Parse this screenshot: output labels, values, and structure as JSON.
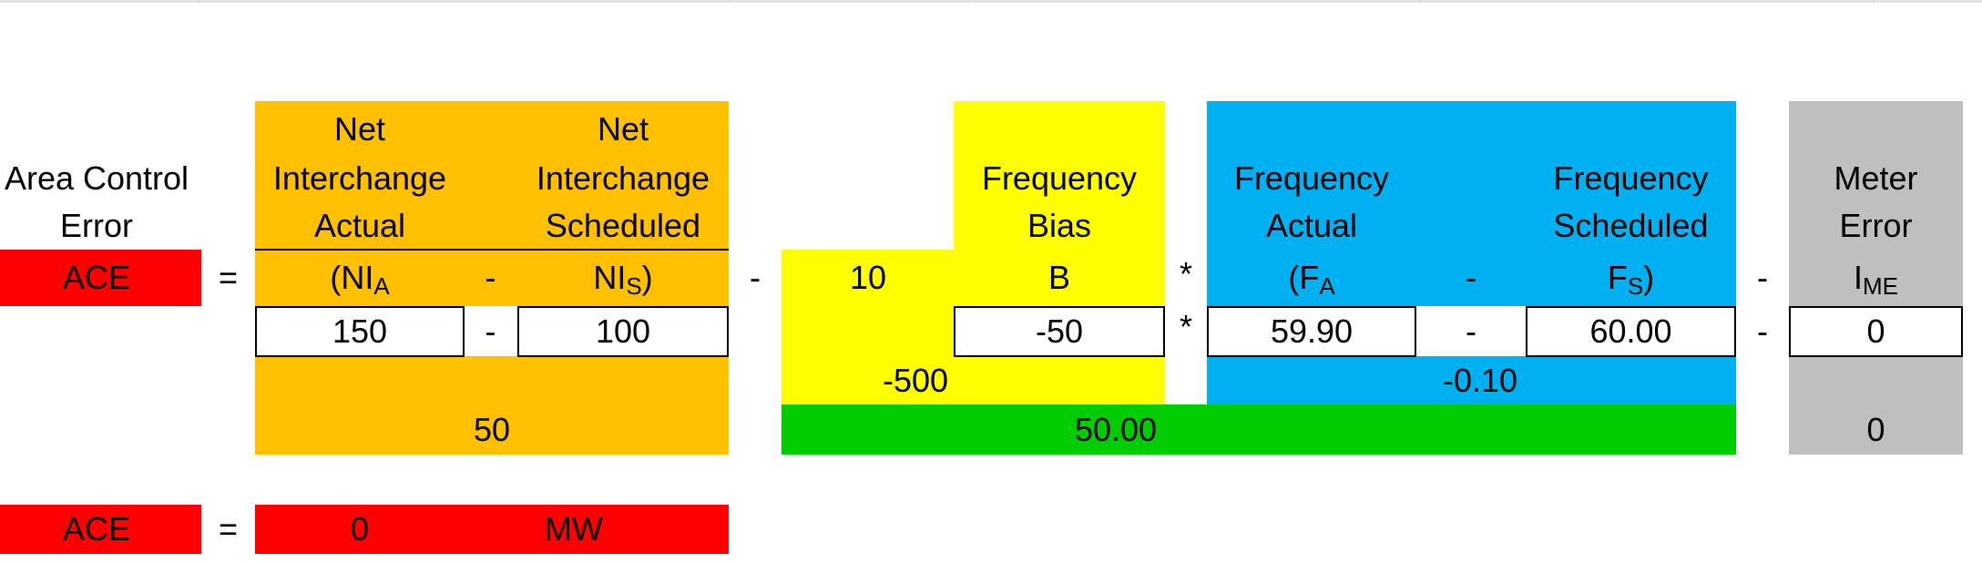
{
  "headers": {
    "ace_line1": "Area Control",
    "ace_line2": "Error",
    "nia_line1": "Net",
    "nia_line2": "Interchange",
    "nia_line3": "Actual",
    "nis_line1": "Net",
    "nis_line2": "Interchange",
    "nis_line3": "Scheduled",
    "bias_line1": "Frequency",
    "bias_line2": "Bias",
    "fa_line1": "Frequency",
    "fa_line2": "Actual",
    "fs_line1": "Frequency",
    "fs_line2": "Scheduled",
    "ime_line1": "Meter",
    "ime_line2": "Error"
  },
  "formula": {
    "ace": "ACE",
    "equals": "=",
    "nia_prefix": "(NI",
    "nia_sub": "A",
    "minus1": "-",
    "nis_prefix": "NI",
    "nis_sub": "S",
    "nis_suffix": ")",
    "minus2": "-",
    "ten": "10",
    "b": "B",
    "times": "*",
    "fa_prefix": "(F",
    "fa_sub": "A",
    "minus3": "-",
    "fs_prefix": "F",
    "fs_sub": "S",
    "fs_suffix": ")",
    "minus4": "-",
    "ime_prefix": "I",
    "ime_sub": "ME"
  },
  "inputs": {
    "nia": "150",
    "minus1": "-",
    "nis": "100",
    "bias": "-50",
    "times": "*",
    "fa": "59.90",
    "minus3": "-",
    "fs": "60.00",
    "minus4": "-",
    "ime": "0"
  },
  "intermediate": {
    "bias_times_ten": "-500",
    "freq_delta": "-0.10",
    "net_interchange_delta": "50",
    "bias_product": "50.00",
    "meter_error": "0"
  },
  "result": {
    "ace": "ACE",
    "equals": "=",
    "value": "0",
    "unit": "MW"
  },
  "colors": {
    "net_interchange": "#ffc000",
    "frequency_bias": "#ffff00",
    "frequency": "#00b0f0",
    "meter_error": "#bfbfbf",
    "product": "#00cc00",
    "ace": "#ff0000"
  }
}
